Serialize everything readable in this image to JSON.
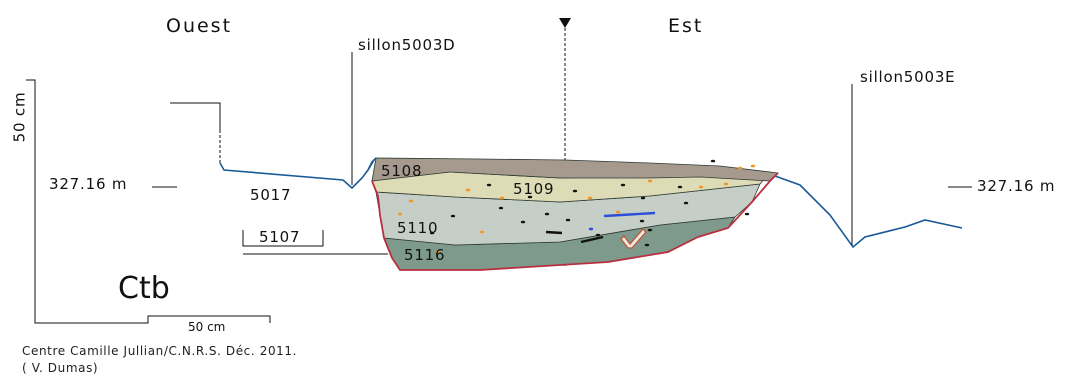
{
  "orientation": {
    "west": "Ouest",
    "east": "Est"
  },
  "trenches": {
    "left": "sillon5003D",
    "right": "sillon5003E"
  },
  "elevation": {
    "left": "327.16 m",
    "right": "327.16 m"
  },
  "vertical_scale": "50 cm",
  "horizontal_scale": "50 cm",
  "layer_code": "Ctb",
  "units": {
    "u5108": "5108",
    "u5109": "5109",
    "u5017": "5017",
    "u5110": "5110",
    "u5107": "5107",
    "u5116": "5116"
  },
  "credit": {
    "line1": "Centre Camille Jullian/C.N.R.S. Déc. 2011.",
    "line2": "( V. Dumas)"
  },
  "colors": {
    "layer_5108": "#a59a8d",
    "layer_5109": "#dedcb6",
    "layer_5110": "#c6cfc7",
    "layer_5116": "#7d9a8d",
    "pit_outline": "#b83040",
    "ground_line": "#1a5a99",
    "inclusion_orange": "#f0962a",
    "inclusion_blue": "#2a4ed8"
  }
}
